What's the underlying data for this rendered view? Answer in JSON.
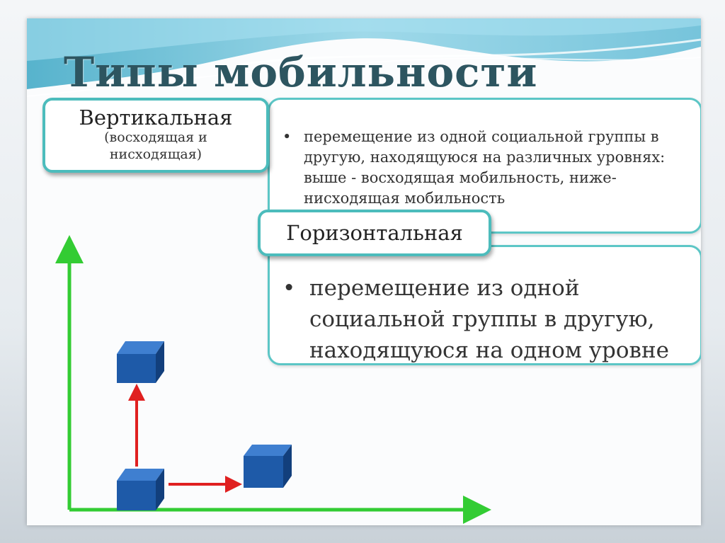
{
  "title": "Типы мобильности",
  "vertical": {
    "label": "Вертикальная",
    "sublabel_line1": "(восходящая и",
    "sublabel_line2": "нисходящая)",
    "description": "перемещение из одной социальной группы в другую, находящуюся на различных уровнях: выше - восходящая мобильность, ниже- нисходящая мобильность"
  },
  "horizontal": {
    "label": "Горизонтальная",
    "description": "перемещение из одной социальной группы в другую, находящуюся на одном уровне"
  },
  "colors": {
    "title": "#2d5560",
    "accent_border": "#4cbcbc",
    "axis": "#33cc33",
    "arrow": "#e02020",
    "cube": "#1e5aa8"
  }
}
